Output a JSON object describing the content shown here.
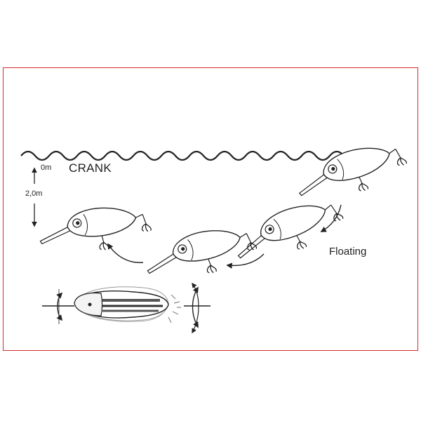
{
  "diagram": {
    "title": "CRANK",
    "depth_top": "0m",
    "depth_bottom": "2,0m",
    "mode_label": "Floating",
    "colors": {
      "frame": "#d62c2c",
      "ink": "#222222",
      "lure_fill": "#ffffff"
    },
    "icons": [
      "wave-line",
      "lure-fish",
      "curved-arrow",
      "rotation-arrow",
      "depth-arrow"
    ]
  }
}
